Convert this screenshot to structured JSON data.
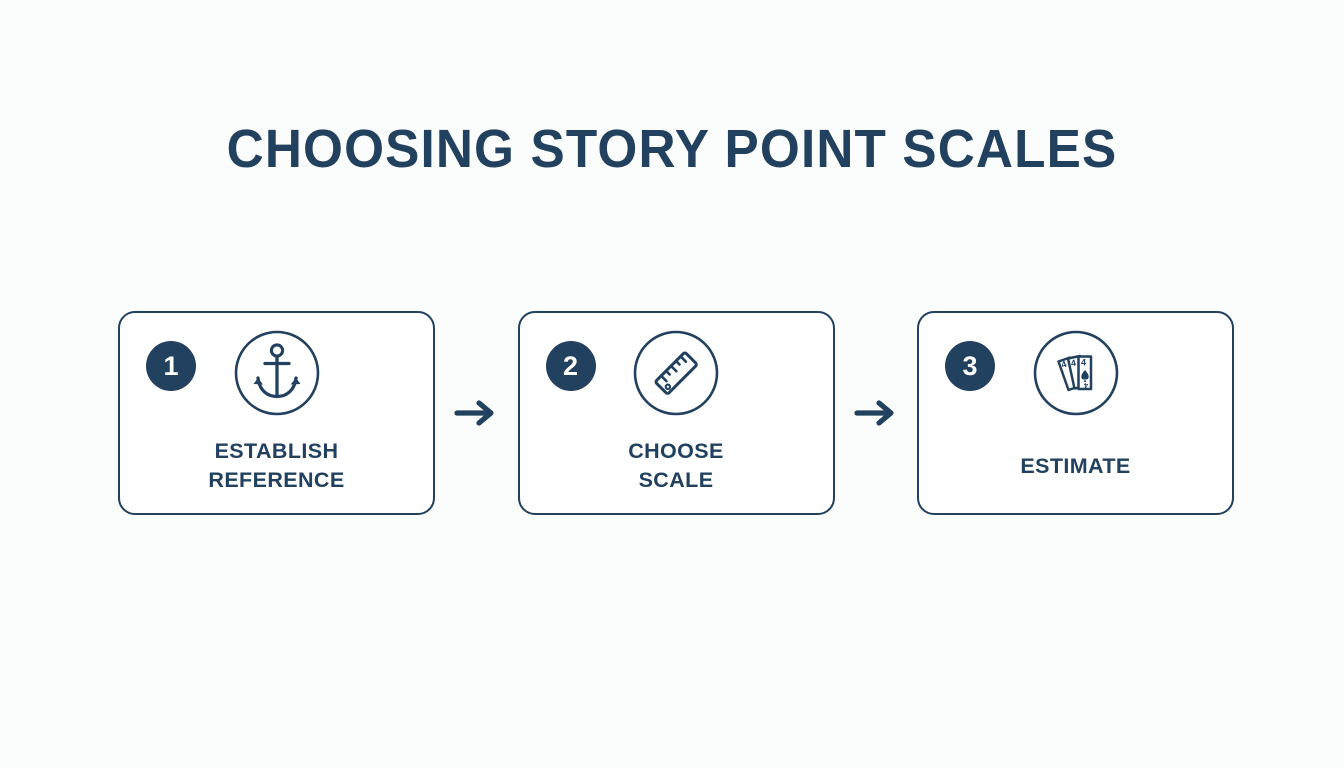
{
  "page": {
    "title": "CHOOSING STORY POINT SCALES",
    "background_color": "#fbfcfc",
    "accent_color": "#21415f",
    "card_background": "#ffffff",
    "badge_text_color": "#ffffff"
  },
  "flow": {
    "steps": [
      {
        "number": "1",
        "icon": "anchor-icon",
        "label_lines": [
          "ESTABLISH",
          "REFERENCE"
        ]
      },
      {
        "number": "2",
        "icon": "ruler-icon",
        "label_lines": [
          "CHOOSE",
          "SCALE"
        ]
      },
      {
        "number": "3",
        "icon": "playing-cards-icon",
        "label_lines": [
          "ESTIMATE",
          ""
        ]
      }
    ],
    "connectors": [
      {
        "icon": "arrow-right-icon"
      },
      {
        "icon": "arrow-right-icon"
      }
    ]
  }
}
